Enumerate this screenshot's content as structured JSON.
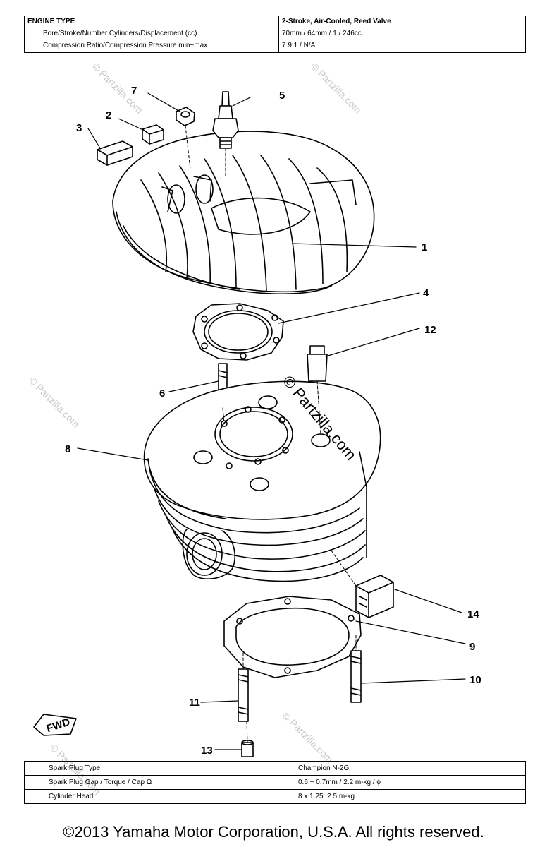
{
  "top_table": {
    "rows": [
      [
        "ENGINE TYPE",
        "2-Stroke, Air-Cooled, Reed Valve"
      ],
      [
        "Bore/Stroke/Number Cylinders/Displacement (cc)",
        "70mm / 64mm / 1 / 246cc"
      ],
      [
        "Compression Ratio/Compression Pressure min~max",
        "7.9:1 / N/A"
      ]
    ]
  },
  "bottom_table": {
    "rows": [
      [
        "Spark Plug Type",
        "Champion N-2G"
      ],
      [
        "Spark Plug Gap / Torque / Cap Ω",
        "0.6 ~ 0.7mm / 2.2 m-kg / ϕ"
      ],
      [
        "Cylinder Head:",
        "8 x 1.25: 2.5 m-kg"
      ]
    ]
  },
  "callouts": {
    "c1": "1",
    "c2": "2",
    "c3": "3",
    "c4": "4",
    "c5": "5",
    "c6": "6",
    "c7": "7",
    "c8": "8",
    "c9": "9",
    "c10": "10",
    "c11": "11",
    "c12": "12",
    "c13": "13",
    "c14": "14"
  },
  "fwd_label": "FWD",
  "watermark": "© Partzilla.com",
  "copyright": "©2013 Yamaha Motor Corporation, U.S.A. All rights reserved.",
  "colors": {
    "line": "#000000",
    "watermark": "#c8c8c8"
  }
}
